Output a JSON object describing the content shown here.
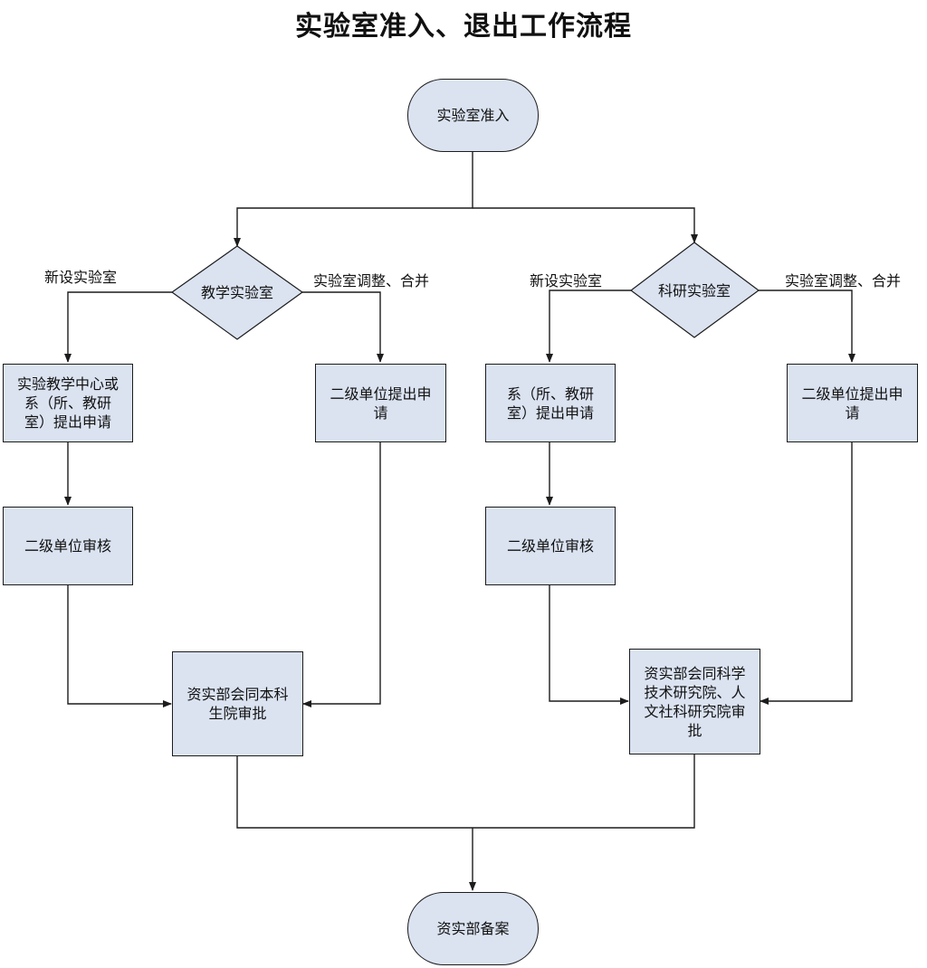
{
  "title": "实验室准入、退出工作流程",
  "nodes": {
    "start": "实验室准入",
    "teach_decision": "教学实验室",
    "research_decision": "科研实验室",
    "teach_new_apply": "实验教学中心或\n系（所、教研\n室）提出申请",
    "teach_adjust_apply": "二级单位提出申\n请",
    "teach_review": "二级单位审核",
    "teach_approve": "资实部会同本科\n生院审批",
    "research_new_apply": "系（所、教研\n室）提出申请",
    "research_adjust_apply": "二级单位提出申\n请",
    "research_review": "二级单位审核",
    "research_approve": "资实部会同科学\n技术研究院、人\n文社科研究院审\n批",
    "end": "资实部备案"
  },
  "labels": {
    "teach_left": "新设实验室",
    "teach_right": "实验室调整、合并",
    "research_left": "新设实验室",
    "research_right": "实验室调整、合并"
  },
  "colors": {
    "fill": "#dbe3f1",
    "stroke": "#1c1c1c"
  }
}
